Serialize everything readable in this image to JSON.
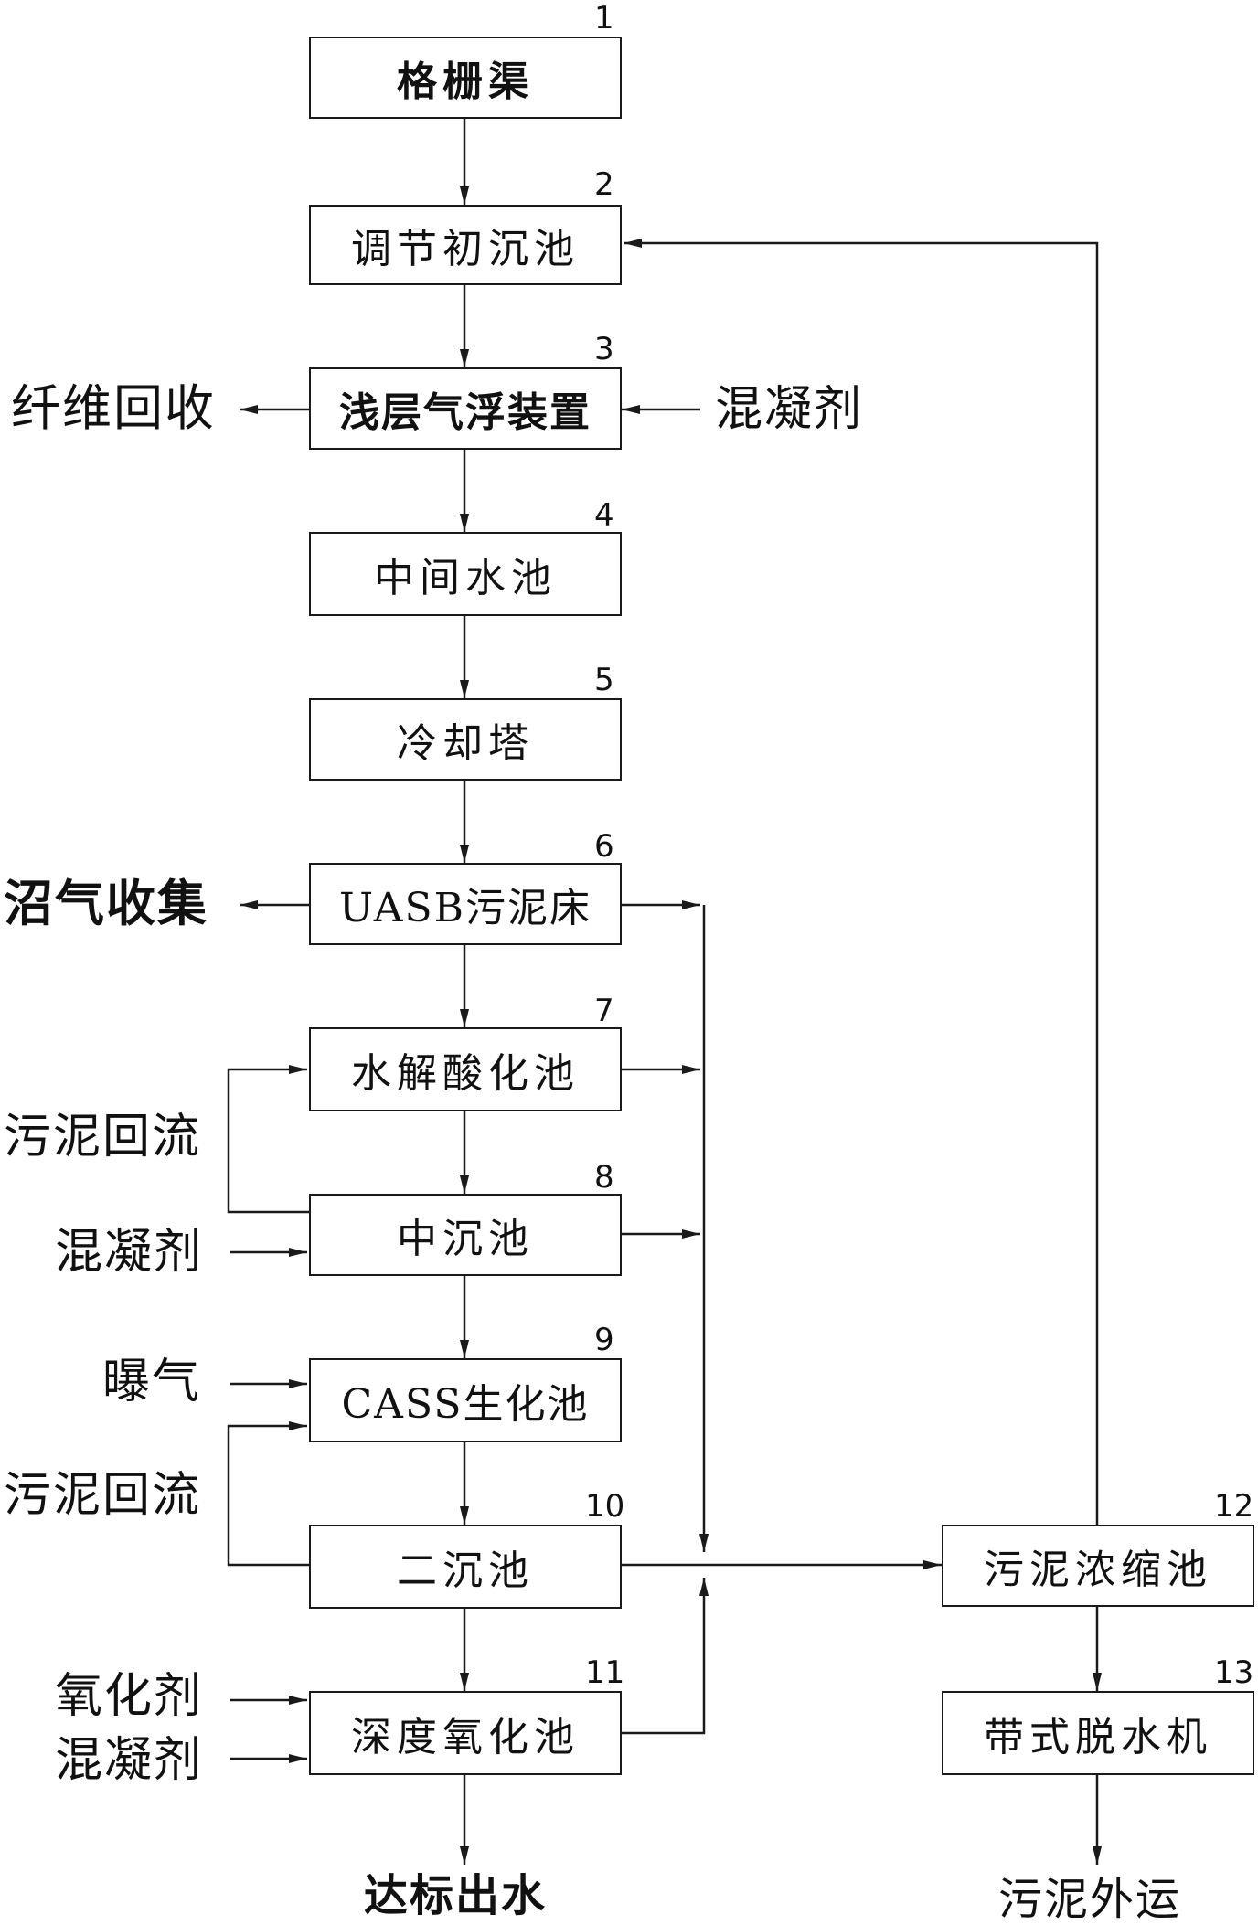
{
  "nodes": [
    {
      "id": "1",
      "label": "格栅渠"
    },
    {
      "id": "2",
      "label": "调节初沉池"
    },
    {
      "id": "3",
      "label": "浅层气浮装置"
    },
    {
      "id": "4",
      "label": "中间水池"
    },
    {
      "id": "5",
      "label": "冷却塔"
    },
    {
      "id": "6",
      "label": "UASB污泥床"
    },
    {
      "id": "7",
      "label": "水解酸化池"
    },
    {
      "id": "8",
      "label": "中沉池"
    },
    {
      "id": "9",
      "label": "CASS生化池"
    },
    {
      "id": "10",
      "label": "二沉池"
    },
    {
      "id": "11",
      "label": "深度氧化池"
    },
    {
      "id": "12",
      "label": "污泥浓缩池"
    },
    {
      "id": "13",
      "label": "带式脱水机"
    }
  ],
  "side_labels": {
    "fiber_recovery": "纤维回收",
    "coagulant_3": "混凝剂",
    "biogas": "沼气收集",
    "sludge_return_1": "污泥回流",
    "coagulant_8": "混凝剂",
    "aeration": "曝气",
    "sludge_return_2": "污泥回流",
    "oxidant": "氧化剂",
    "coagulant_11": "混凝剂",
    "effluent": "达标出水",
    "sludge_out": "污泥外运"
  }
}
